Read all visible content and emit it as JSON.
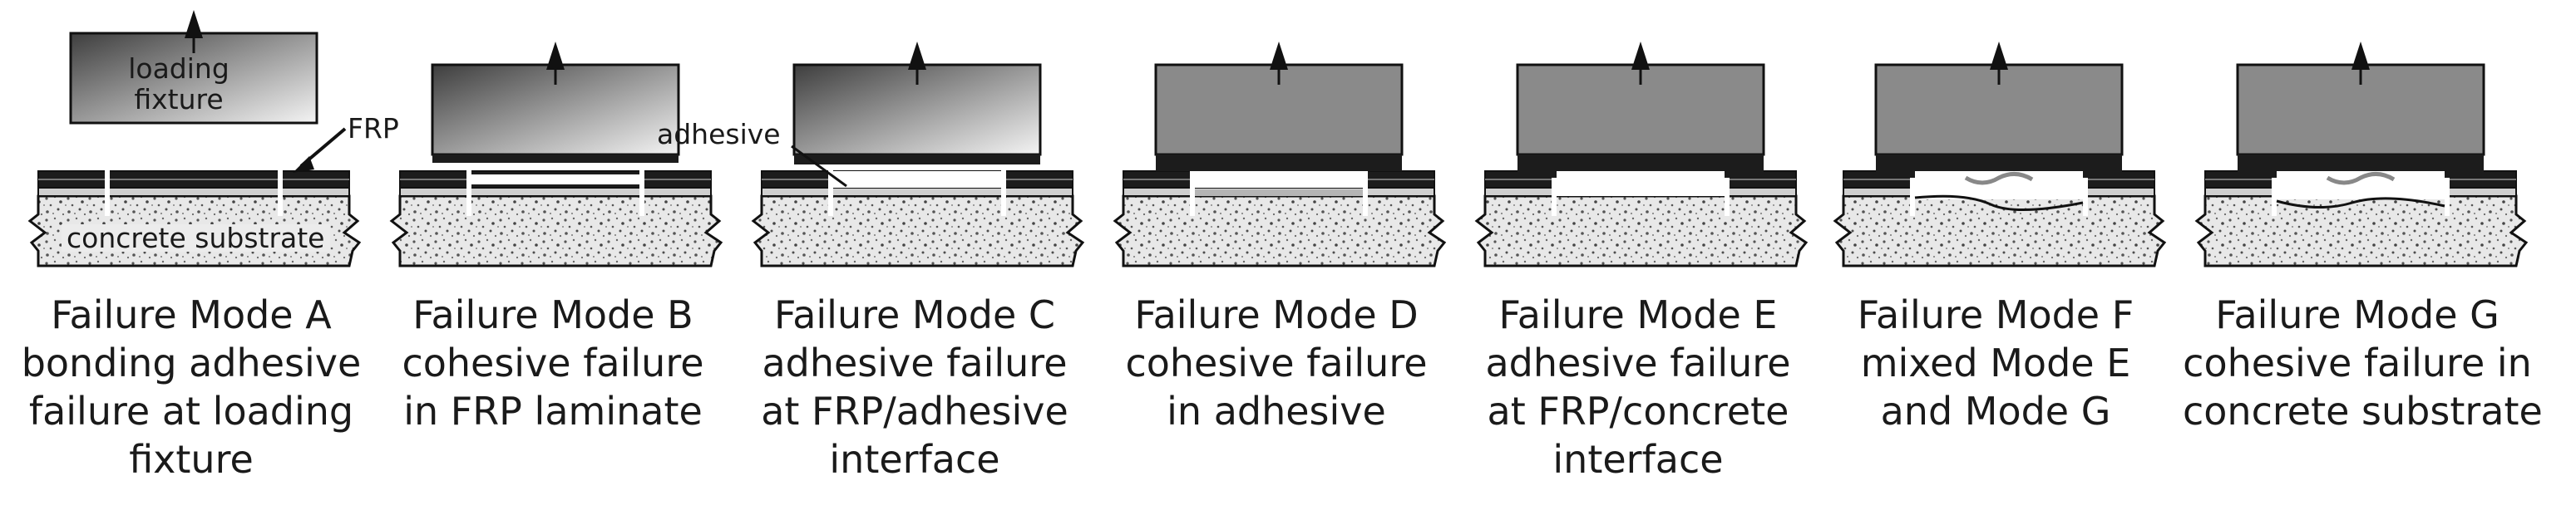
{
  "labels": {
    "loading_fixture": "loading fixture",
    "frp": "FRP",
    "adhesive": "adhesive",
    "concrete_substrate": "concrete substrate"
  },
  "panels": [
    {
      "title": "Failure Mode A",
      "desc1": "bonding adhesive",
      "desc2": "failure at loading",
      "desc3": "fixture"
    },
    {
      "title": "Failure Mode B",
      "desc1": "cohesive failure",
      "desc2": "in FRP laminate",
      "desc3": ""
    },
    {
      "title": "Failure Mode C",
      "desc1": "adhesive failure",
      "desc2": "at FRP/adhesive",
      "desc3": "interface"
    },
    {
      "title": "Failure Mode D",
      "desc1": "cohesive failure",
      "desc2": "in adhesive",
      "desc3": ""
    },
    {
      "title": "Failure Mode E",
      "desc1": "adhesive failure",
      "desc2": "at FRP/concrete",
      "desc3": "interface"
    },
    {
      "title": "Failure Mode F",
      "desc1": "mixed Mode E",
      "desc2": "and Mode G",
      "desc3": ""
    },
    {
      "title": "Failure Mode G",
      "desc1": "cohesive failure in",
      "desc2": "concrete substrate",
      "desc3": ""
    }
  ],
  "colors": {
    "frp": "#1c1c1c",
    "adhesive": "#cfcfcf",
    "fixture_dark": "#4a4a4a",
    "fixture_light": "#f2f2f2",
    "fixture_flat": "#8a8a8a",
    "concrete": "#e9e9e9"
  }
}
